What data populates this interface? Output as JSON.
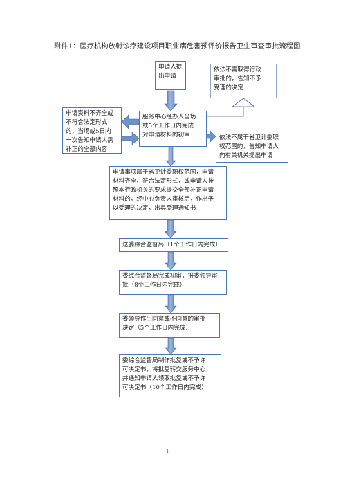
{
  "title": "附件1：医疗机构放射诊疗建设项目职业病危害预评价报告卫生审查审批流程图",
  "boxes": {
    "apply": [
      "申请人提",
      "出申请"
    ],
    "not_needed": [
      "依法不需取得行政",
      "审批的，告知不予",
      "受理的决定"
    ],
    "incomplete": [
      "申请资料不齐全或",
      "不符合法定形式",
      "的，当场或5日内",
      "一次告知申请人需",
      "补正的全部内容"
    ],
    "initial_review": [
      "服务中心经办人当场",
      "或5个工作日内完成",
      "对申请材料的初审"
    ],
    "out_of_scope": [
      "依法不属于省卫计委职",
      "权范围的，告知申请人",
      "向有关机关提出申请"
    ],
    "accept": [
      "申请事项属于省卫计委职权范围，申请",
      "材料齐全、符合法定形式，或申请人按",
      "照本行政机关的要求提交全部补正申请",
      "材料的，经中心负责人审核后，作出予",
      "以受理的决定，出具受理通知书"
    ],
    "send": [
      "送委综合监督局（1个工作日内完成）"
    ],
    "supervise": [
      "委综合监督局完成初审，报委领导审",
      "批（8个工作日内完成）"
    ],
    "leader": [
      "委领导作出同意或不同意的审批",
      "决定（5个工作日内完成）"
    ],
    "issue": [
      "委综合监督局制作批复或不予许",
      "可决定书，将批复转交服务中心，",
      "并通知申请人领取批复或不予许",
      "可决定书（10个工作日内完成）"
    ]
  },
  "page_number": "1",
  "colors": {
    "border": "#4a79b8",
    "arrow_fill": "#6f93c6",
    "arrow_stroke": "#3f6aa8"
  }
}
